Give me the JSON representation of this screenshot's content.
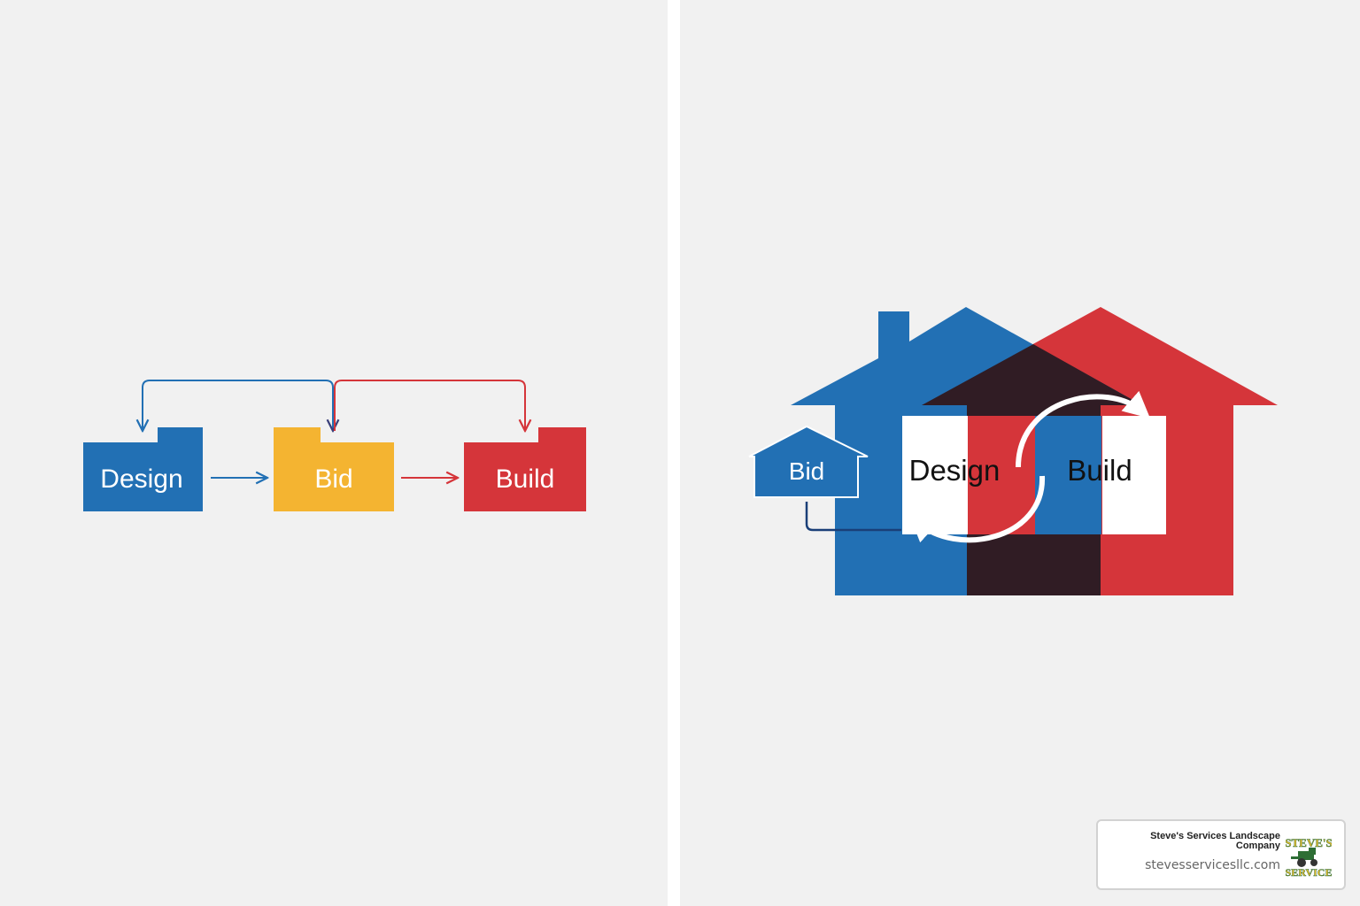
{
  "left_diagram": {
    "boxes": [
      {
        "label": "Design",
        "color": "#2270b4"
      },
      {
        "label": "Bid",
        "color": "#f4b431"
      },
      {
        "label": "Build",
        "color": "#d5353a"
      }
    ]
  },
  "right_diagram": {
    "bid_label": "Bid",
    "design_label": "Design",
    "build_label": "Build",
    "blue": "#2270b4",
    "red": "#d5353a",
    "overlap": "#301c24"
  },
  "badge": {
    "company": "Steve's Services Landscape Company",
    "url": "stevesservicesllc.com",
    "logo_text_top": "STEVE'S",
    "logo_text_bottom": "SERVICE",
    "logo_icon": "tractor-icon"
  }
}
